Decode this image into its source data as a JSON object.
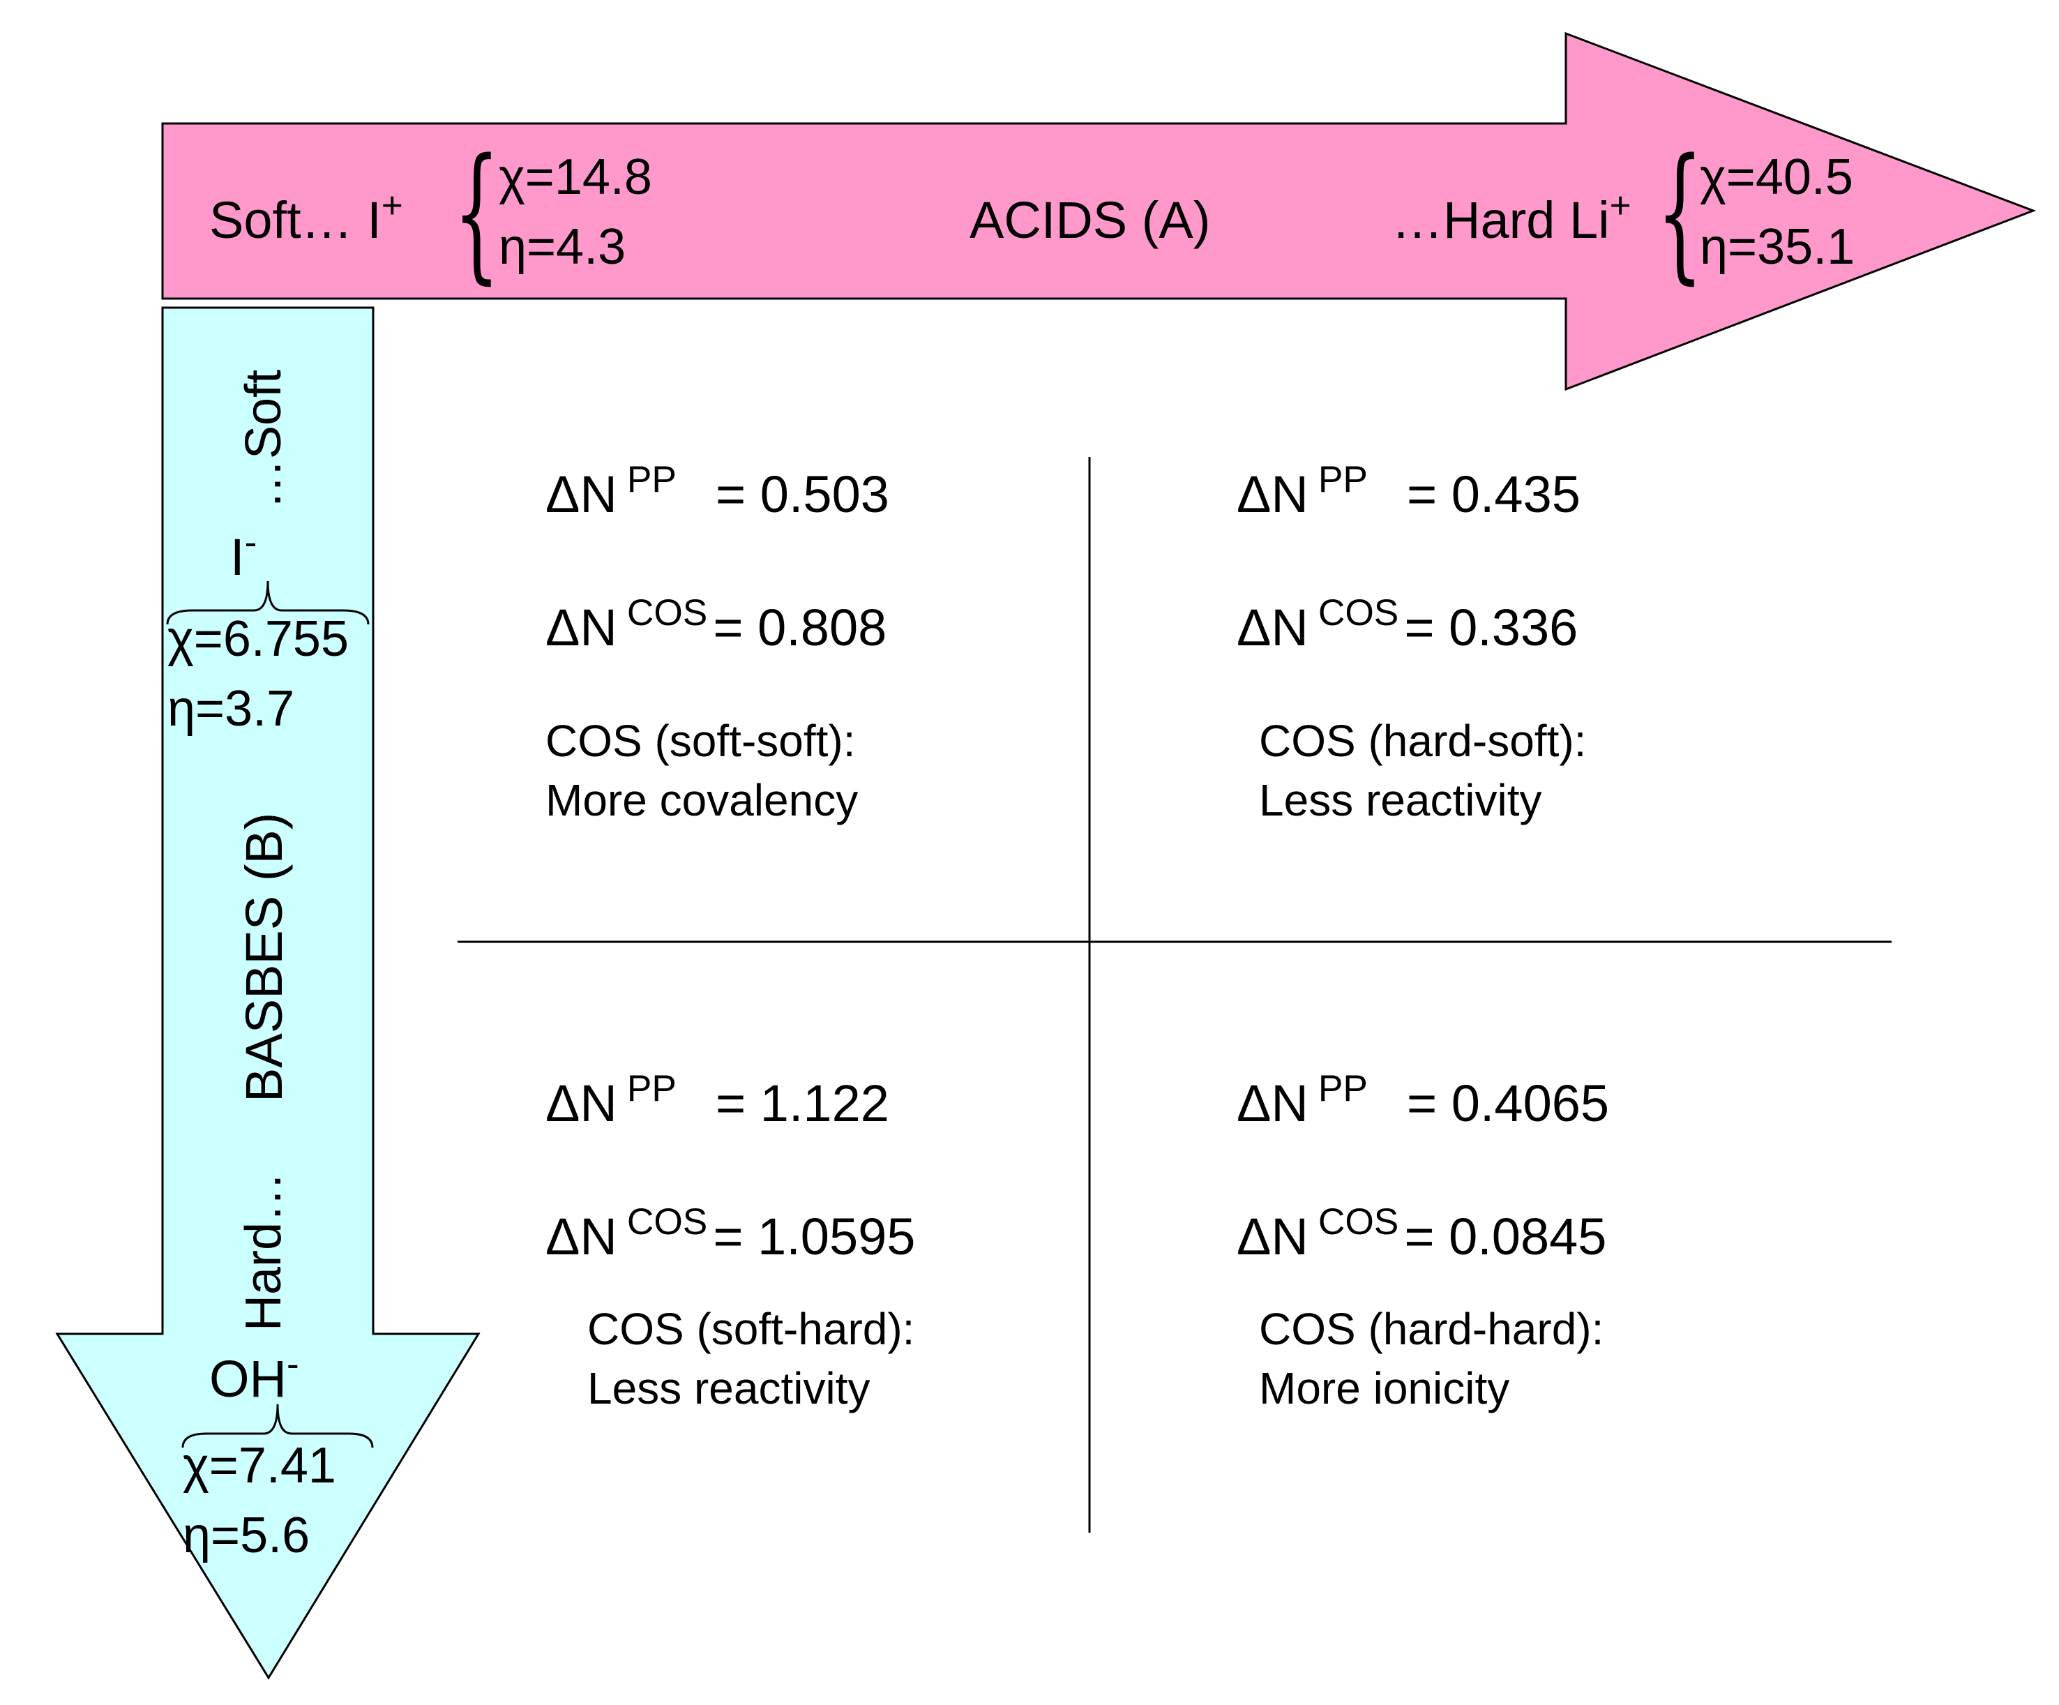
{
  "acids": {
    "title": "ACIDS (A)",
    "soft_label": "Soft… I",
    "soft_charge": "+",
    "soft_chi": "χ=14.8",
    "soft_eta": "η=4.3",
    "hard_label": "…Hard Li",
    "hard_charge": "+",
    "hard_chi": "χ=40.5",
    "hard_eta": "η=35.1",
    "color": "#ff99cc"
  },
  "bases": {
    "title": "BASBES (B)",
    "soft_label": "…Soft",
    "soft_ion": "I",
    "soft_charge": "-",
    "soft_chi": "χ=6.755",
    "soft_eta": "η=3.7",
    "hard_label": "Hard…",
    "hard_ion": "OH",
    "hard_charge": "-",
    "hard_chi": "χ=7.41",
    "hard_eta": "η=5.6",
    "color": "#ccffff"
  },
  "quadrants": {
    "soft_soft": {
      "dn_prefix": "ΔN",
      "pp_label": "PP",
      "pp_value": "=  0.503",
      "cos_label": "COS",
      "cos_value": "=  0.808",
      "desc1": "COS (soft-soft):",
      "desc2": "More covalency"
    },
    "hard_soft": {
      "dn_prefix": "ΔN",
      "pp_label": "PP",
      "pp_value": "=  0.435",
      "cos_label": "COS",
      "cos_value": "=  0.336",
      "desc1": "COS (hard-soft):",
      "desc2": "Less reactivity"
    },
    "soft_hard": {
      "dn_prefix": "ΔN",
      "pp_label": "PP",
      "pp_value": "=  1.122",
      "cos_label": "COS",
      "cos_value": "=  1.0595",
      "desc1": "COS (soft-hard):",
      "desc2": "Less reactivity"
    },
    "hard_hard": {
      "dn_prefix": "ΔN",
      "pp_label": "PP",
      "pp_value": "=  0.4065",
      "cos_label": "COS",
      "cos_value": "=  0.0845",
      "desc1": "COS (hard-hard):",
      "desc2": "More ionicity"
    }
  }
}
